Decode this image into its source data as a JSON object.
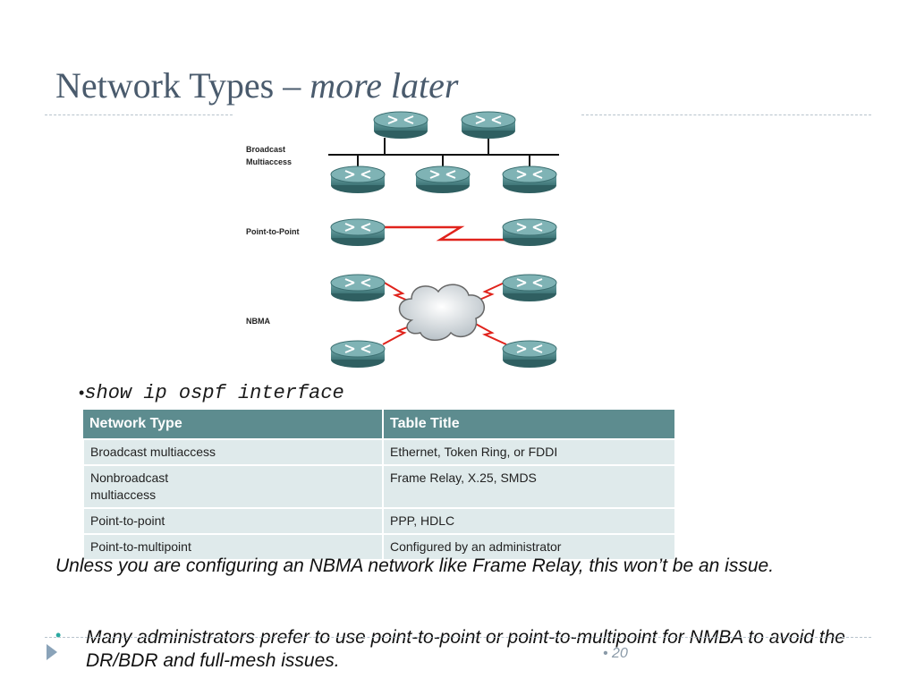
{
  "slide": {
    "title_main": "Network Types – ",
    "title_italic": "more later",
    "page_number": "20"
  },
  "diagram": {
    "labels": {
      "broadcast_1": "Broadcast",
      "broadcast_2": "Multiaccess",
      "p2p": "Point-to-Point",
      "nbma": "NBMA"
    },
    "line_color": "#e0231c",
    "router_color": "#4e8a8c"
  },
  "command": {
    "bullet": "•",
    "text": "show ip ospf interface"
  },
  "table": {
    "headers": [
      "Network Type",
      "Table Title"
    ],
    "rows": [
      [
        "Broadcast multiaccess",
        "Ethernet, Token Ring, or FDDI"
      ],
      [
        "Nonbroadcast\nmultiaccess",
        "Frame Relay, X.25, SMDS"
      ],
      [
        "Point-to-point",
        "PPP, HDLC"
      ],
      [
        "Point-to-multipoint",
        "Configured by an administrator"
      ]
    ],
    "header_color": "#5d8c8f",
    "row_color": "#dfeaeb"
  },
  "notes": {
    "p1": "Unless you are configuring an NBMA network like Frame Relay, this won’t be an issue.",
    "p2": "Many administrators prefer to use point-to-point or point-to-multipoint for NMBA to avoid the DR/BDR and full-mesh issues.",
    "bullet2": "•"
  }
}
